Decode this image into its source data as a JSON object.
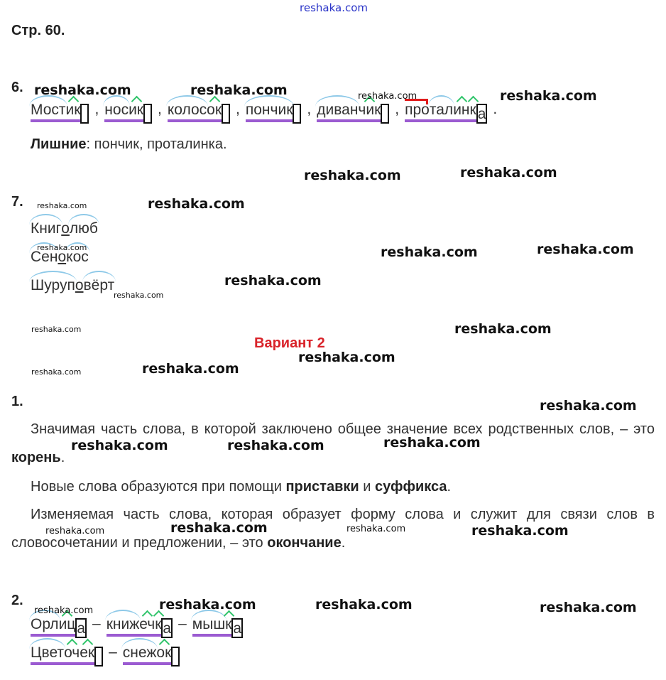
{
  "watermark": "reshaka.com",
  "page_title": "Стр. 60.",
  "task6": {
    "number": "6.",
    "words": [
      {
        "morphs": [
          {
            "t": "Мост",
            "k": "root"
          },
          {
            "t": "ик",
            "k": "suffix"
          }
        ],
        "ending": ""
      },
      {
        "morphs": [
          {
            "t": "нос",
            "k": "root"
          },
          {
            "t": "ик",
            "k": "suffix"
          }
        ],
        "ending": ""
      },
      {
        "morphs": [
          {
            "t": "колос",
            "k": "root"
          },
          {
            "t": "ок",
            "k": "suffix"
          }
        ],
        "ending": ""
      },
      {
        "morphs": [
          {
            "t": "пончик",
            "k": "root"
          }
        ],
        "ending": ""
      },
      {
        "morphs": [
          {
            "t": "диван",
            "k": "root"
          },
          {
            "t": "чик",
            "k": "suffix"
          }
        ],
        "ending": ""
      },
      {
        "morphs": [
          {
            "t": "про",
            "k": "prefix"
          },
          {
            "t": "тал",
            "k": "root"
          },
          {
            "t": "ин",
            "k": "suffix"
          },
          {
            "t": "к",
            "k": "suffix"
          }
        ],
        "ending": "а"
      }
    ],
    "separator": ",",
    "end_mark": ".",
    "extra_label": "Лишние",
    "extra_text": ": пончик, проталинка."
  },
  "task7": {
    "number": "7.",
    "words": [
      [
        {
          "t": "Книг",
          "k": "root"
        },
        {
          "t": "о",
          "k": "link"
        },
        {
          "t": "люб",
          "k": "root"
        }
      ],
      [
        {
          "t": "Сен",
          "k": "root"
        },
        {
          "t": "о",
          "k": "link"
        },
        {
          "t": "кос",
          "k": "root"
        }
      ],
      [
        {
          "t": "Шуруп",
          "k": "root"
        },
        {
          "t": "о",
          "k": "link"
        },
        {
          "t": "вёрт",
          "k": "root"
        }
      ]
    ]
  },
  "variant_title": "Вариант 2",
  "task1": {
    "number": "1.",
    "p1_text": "Значимая часть слова, в которой заключено общее значение всех родственных слов, – это ",
    "p1_bold": "корень",
    "p1_end": ".",
    "p2_text": "Новые слова образуются при помощи ",
    "p2_bold1": "приставки",
    "p2_mid": " и ",
    "p2_bold2": "суффикса",
    "p2_end": ".",
    "p3_text": "Изменяемая часть слова, которая образует форму слова и служит для связи слов в словосочетании и предложении, – это ",
    "p3_bold": "окончание",
    "p3_end": "."
  },
  "task2": {
    "number": "2.",
    "separator": "–",
    "rows": [
      [
        {
          "morphs": [
            {
              "t": "Орл",
              "k": "root"
            },
            {
              "t": "иц",
              "k": "suffix"
            }
          ],
          "ending": "а"
        },
        {
          "morphs": [
            {
              "t": "книж",
              "k": "root"
            },
            {
              "t": "еч",
              "k": "suffix"
            },
            {
              "t": "к",
              "k": "suffix"
            }
          ],
          "ending": "а"
        },
        {
          "morphs": [
            {
              "t": "мыш",
              "k": "root"
            },
            {
              "t": "к",
              "k": "suffix"
            }
          ],
          "ending": "а"
        }
      ],
      [
        {
          "morphs": [
            {
              "t": "Цвет",
              "k": "root"
            },
            {
              "t": "оч",
              "k": "suffix"
            },
            {
              "t": "ек",
              "k": "suffix"
            }
          ],
          "ending": ""
        },
        {
          "morphs": [
            {
              "t": "снеж",
              "k": "root"
            },
            {
              "t": "ок",
              "k": "suffix"
            }
          ],
          "ending": ""
        }
      ]
    ]
  },
  "colors": {
    "root_arc": "#8ec9e8",
    "suffix": "#2fc46a",
    "prefix": "#e01a1a",
    "stem": "#9b5bd1",
    "variant": "#d9232a",
    "watermark_top": "#2a34c8"
  }
}
